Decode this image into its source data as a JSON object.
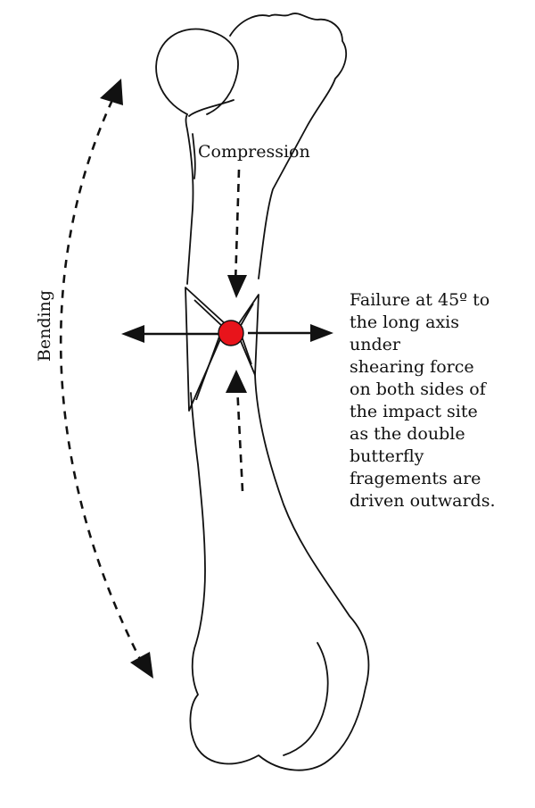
{
  "labels": {
    "compression": "Compression",
    "bending": "Bending",
    "failure_lines": [
      "Failure at 45º to",
      "the long axis",
      "under",
      "shearing force",
      "on both sides of",
      "the impact site",
      "as the double",
      "butterfly",
      "fragements are",
      "driven outwards."
    ]
  },
  "colors": {
    "outline": "#111111",
    "impact_point": "#e8141b",
    "background": "#ffffff"
  }
}
